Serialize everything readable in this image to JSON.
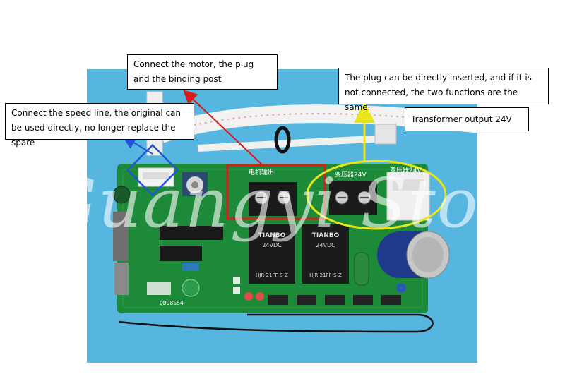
{
  "callouts": {
    "motor": "Connect the motor, the plug and the binding post",
    "plug": "The plug can be directly inserted, and if it is not connected, the two functions are the same.",
    "speed_line": "Connect the speed line, the original can be used directly, no longer replace the spare",
    "transformer": "Transformer output 24V"
  },
  "board_labels": {
    "model": "QD98SS4",
    "motor_output": "电机输出",
    "transformer_left": "变压器24V",
    "transformer_right": "变压器24V"
  },
  "relays": [
    {
      "brand": "TIANBO",
      "spec": "24VDC",
      "model": "HJR-21FF-S-Z"
    },
    {
      "brand": "TIANBO",
      "spec": "24VDC",
      "model": "HJR-21FF-S-Z"
    }
  ],
  "watermark": "Guangyi Store",
  "colors": {
    "background": "#ffffff",
    "backdrop": "#56b6e0",
    "pcb": "#1d8a3a",
    "red_box": "#d81c1c",
    "blue_box": "#2255d6",
    "yellow_ellipse": "#e8e61a",
    "terminal": "#1a1a1a",
    "relay": "#1b1b1b",
    "capacitor": "#1f3a8a"
  }
}
